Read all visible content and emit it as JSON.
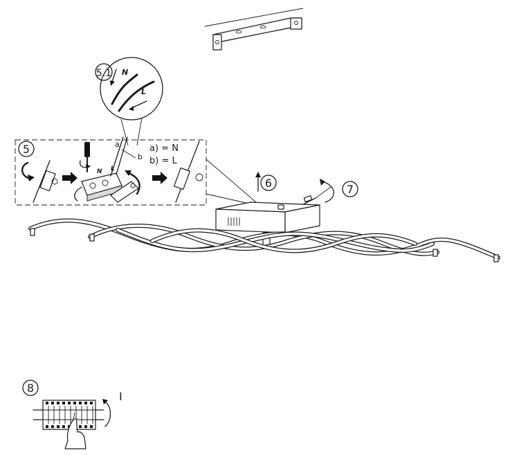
{
  "figure": {
    "steps": [
      {
        "id": "5.1",
        "label": "5.1"
      },
      {
        "id": "5",
        "label": "5"
      },
      {
        "id": "6",
        "label": "6"
      },
      {
        "id": "7",
        "label": "7"
      },
      {
        "id": "8",
        "label": "8"
      }
    ],
    "wire_tags": {
      "a": "a",
      "b": "b",
      "n": "N",
      "l": "L"
    },
    "legend": {
      "a": "a) = N",
      "b": "b) = L"
    },
    "switch_on_label": "I"
  }
}
